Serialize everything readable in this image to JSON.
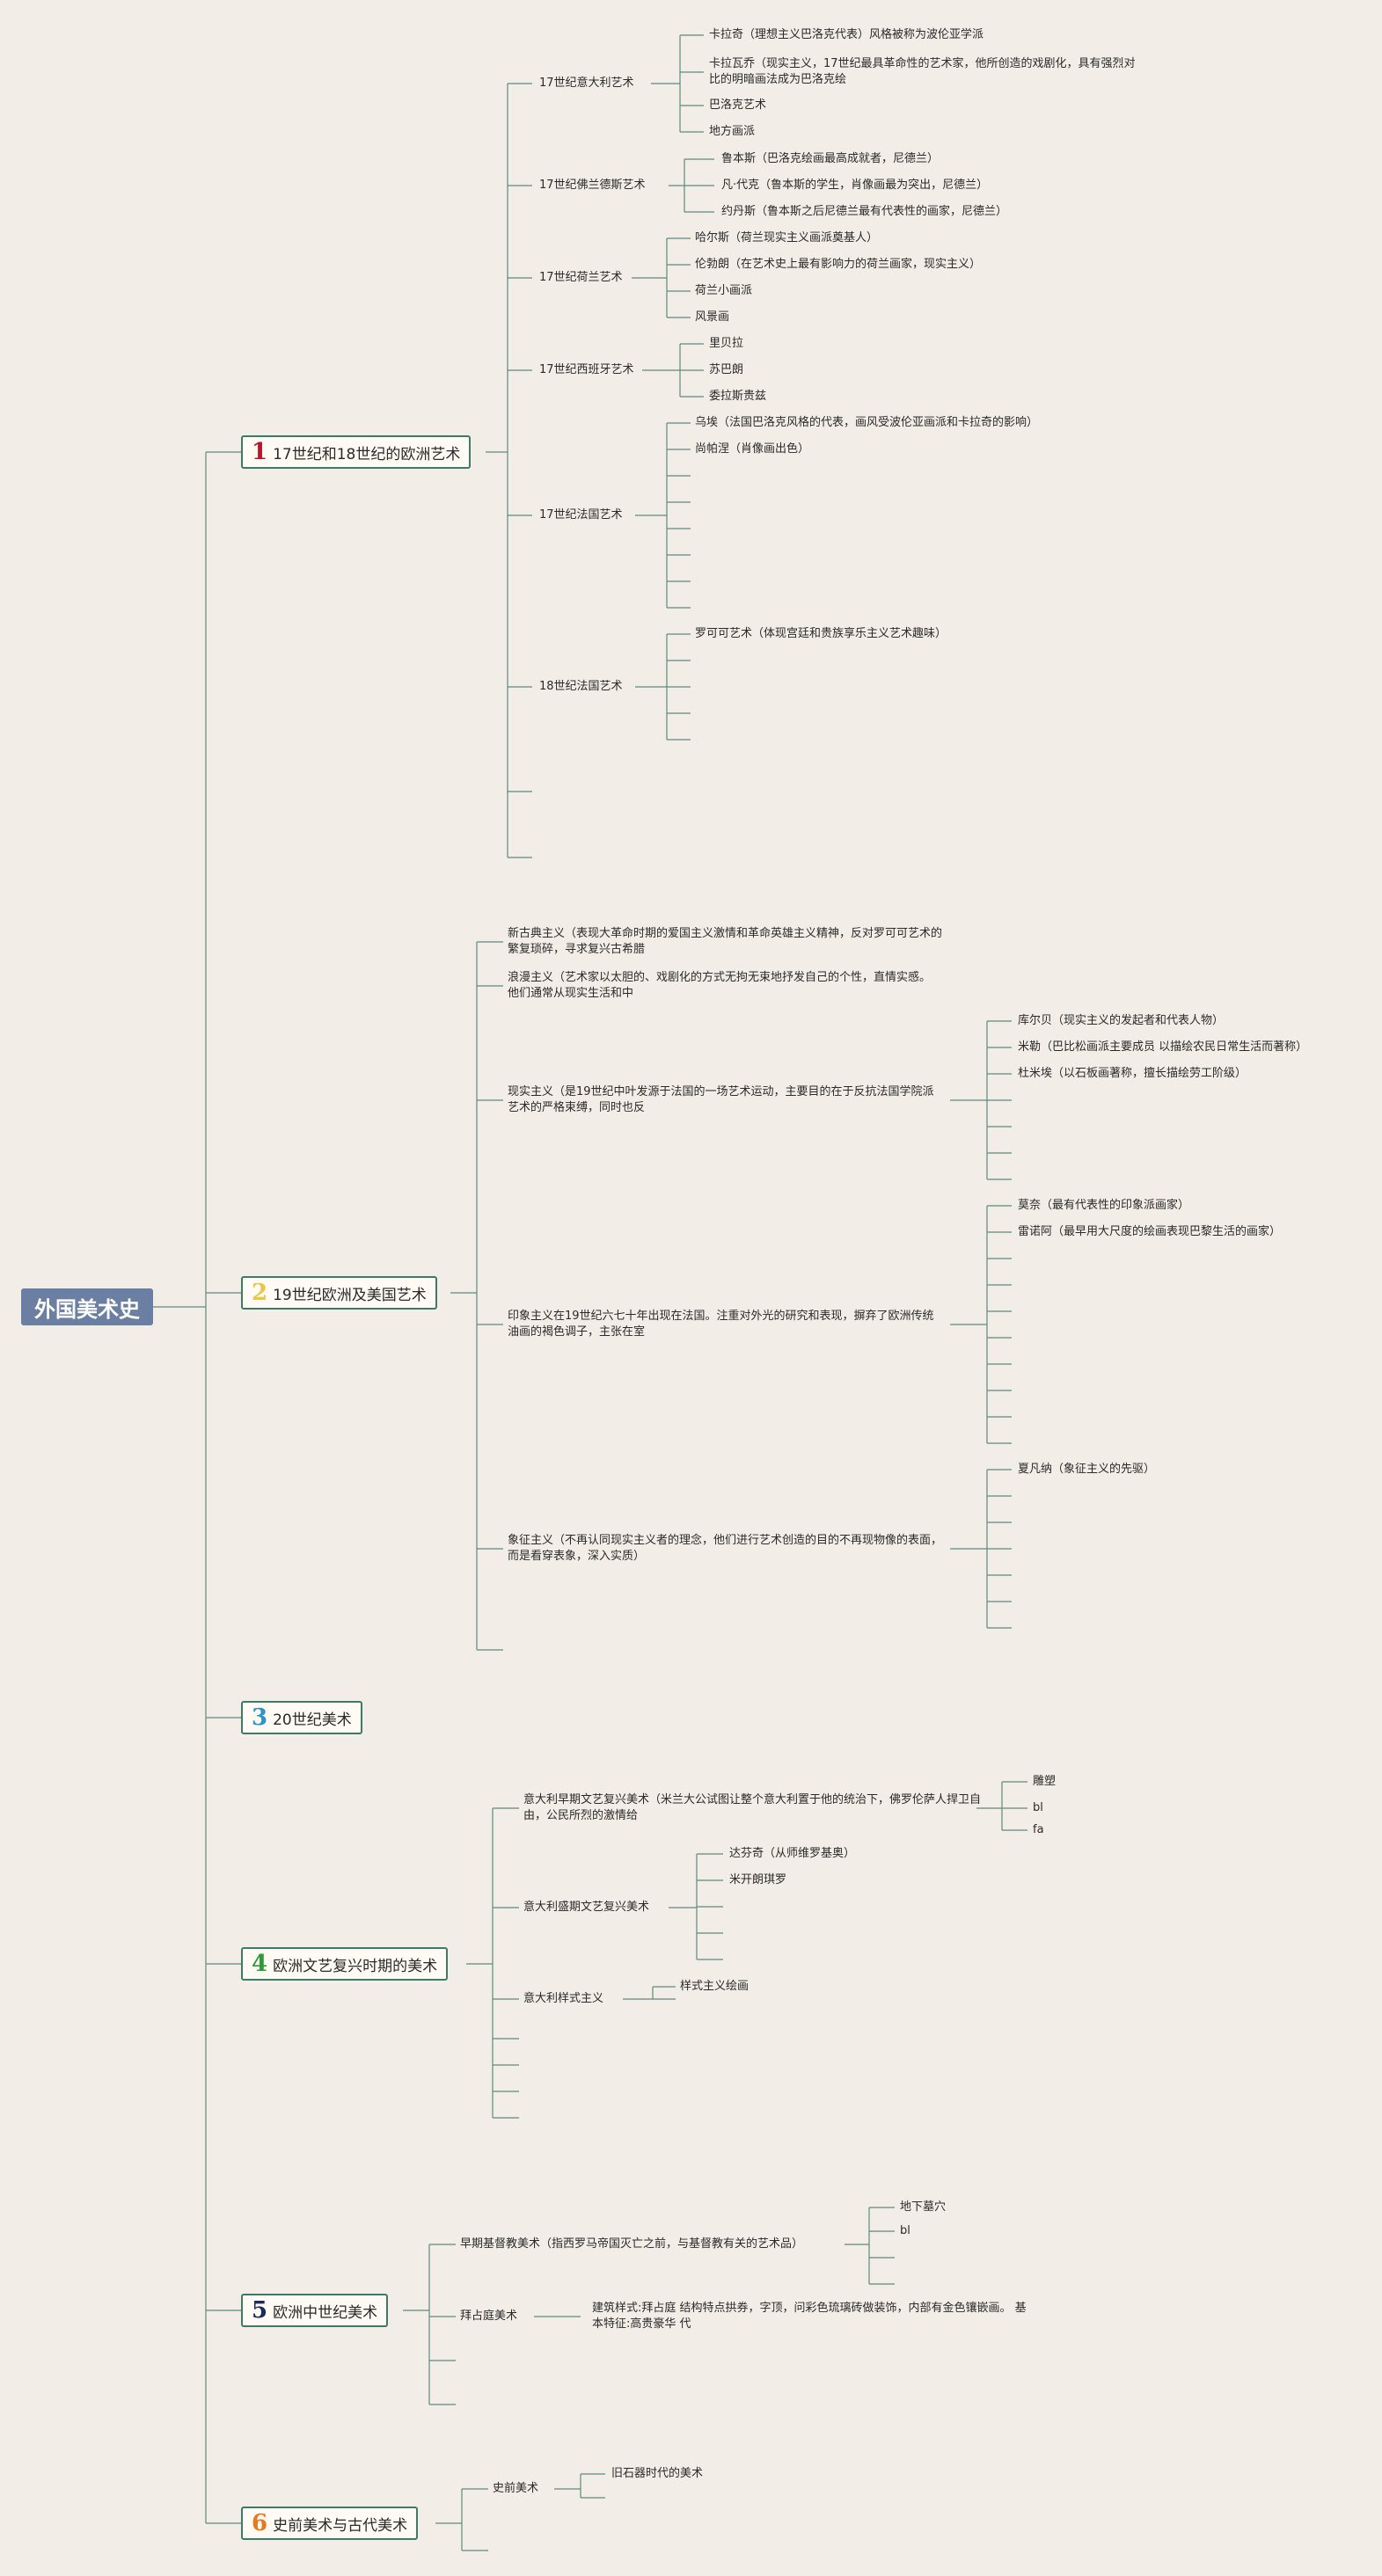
{
  "root": {
    "label": "外国美术史"
  },
  "branches": [
    {
      "num": "1",
      "num_color": "#b5162a",
      "label": "17世纪和18世纪的欧洲艺术",
      "children": [
        {
          "label": "17世纪意大利艺术",
          "children": [
            "卡拉奇（理想主义巴洛克代表）风格被称为波伦亚学派",
            "卡拉瓦乔（现实主义，17世纪最具革命性的艺术家，他所创造的戏剧化，具有强烈对比的明暗画法成为巴洛克绘",
            "巴洛克艺术",
            "地方画派"
          ]
        },
        {
          "label": "17世纪佛兰德斯艺术",
          "children": [
            "鲁本斯（巴洛克绘画最高成就者，尼德兰）",
            "凡·代克（鲁本斯的学生，肖像画最为突出，尼德兰）",
            "约丹斯（鲁本斯之后尼德兰最有代表性的画家，尼德兰）"
          ]
        },
        {
          "label": "17世纪荷兰艺术",
          "children": [
            "哈尔斯（荷兰现实主义画派奠基人）",
            "伦勃朗（在艺术史上最有影响力的荷兰画家，现实主义）",
            "荷兰小画派",
            "风景画"
          ]
        },
        {
          "label": "17世纪西班牙艺术",
          "children": [
            "里贝拉",
            "苏巴朗",
            "委拉斯贵兹"
          ]
        },
        {
          "label": "17世纪法国艺术",
          "children": [
            "乌埃（法国巴洛克风格的代表，画风受波伦亚画派和卡拉奇的影响）",
            "尚帕涅（肖像画出色）"
          ]
        },
        {
          "label": "18世纪法国艺术",
          "children": [
            "罗可可艺术（体现宫廷和贵族享乐主义艺术趣味）"
          ]
        }
      ]
    },
    {
      "num": "2",
      "num_color": "#e8c64a",
      "label": "19世纪欧洲及美国艺术",
      "children": [
        {
          "label": "新古典主义（表现大革命时期的爱国主义激情和革命英雄主义精神，反对罗可可艺术的繁复琐碎，寻求复兴古希腊",
          "children": []
        },
        {
          "label": "浪漫主义（艺术家以太胆的、戏剧化的方式无拘无束地抒发自己的个性，直情实感。 他们通常从现实生活和中",
          "children": []
        },
        {
          "label": "现实主义（是19世纪中叶发源于法国的一场艺术运动，主要目的在于反抗法国学院派艺术的严格束缚，同时也反",
          "children": [
            "库尔贝（现实主义的发起者和代表人物）",
            "米勒（巴比松画派主要成员 以描绘农民日常生活而著称）",
            "杜米埃（以石板画著称，擅长描绘劳工阶级）"
          ]
        },
        {
          "label": "印象主义在19世纪六七十年出现在法国。注重对外光的研究和表现，摒弃了欧洲传统油画的褐色调子，主张在室",
          "children": [
            "莫奈（最有代表性的印象派画家）",
            "雷诺阿（最早用大尺度的绘画表现巴黎生活的画家）"
          ]
        },
        {
          "label": "象征主义（不再认同现实主义者的理念，他们进行艺术创造的目的不再现物像的表面，而是看穿表象，深入实质）",
          "children": [
            "夏凡纳（象征主义的先驱）"
          ]
        }
      ]
    },
    {
      "num": "3",
      "num_color": "#2f93c4",
      "label": "20世纪美术",
      "children": []
    },
    {
      "num": "4",
      "num_color": "#2e9a3a",
      "label": "欧洲文艺复兴时期的美术",
      "children": [
        {
          "label": "意大利早期文艺复兴美术（米兰大公试图让整个意大利置于他的统治下，佛罗伦萨人捍卫自由，公民所烈的激情给",
          "children": [
            "雕塑",
            "bl",
            "fa"
          ]
        },
        {
          "label": "意大利盛期文艺复兴美术",
          "children": [
            "达芬奇（从师维罗基奥）",
            "米开朗琪罗"
          ]
        },
        {
          "label": "意大利样式主义",
          "children": [
            "样式主义绘画"
          ]
        }
      ]
    },
    {
      "num": "5",
      "num_color": "#1b2a5c",
      "label": "欧洲中世纪美术",
      "children": [
        {
          "label": "早期基督教美术（指西罗马帝国灭亡之前，与基督教有关的艺术品）",
          "children": [
            "地下墓穴",
            "bl"
          ]
        },
        {
          "label": "拜占庭美术",
          "children": [
            "建筑样式:拜占庭 结构特点拱券，字顶，问彩色琉璃砖做装饰，内部有金色镶嵌画。 基本特征:高贵豪华 代"
          ]
        }
      ]
    },
    {
      "num": "6",
      "num_color": "#e87722",
      "label": "史前美术与古代美术",
      "children": [
        {
          "label": "史前美术",
          "children": [
            "旧石器时代的美术"
          ]
        }
      ]
    }
  ]
}
